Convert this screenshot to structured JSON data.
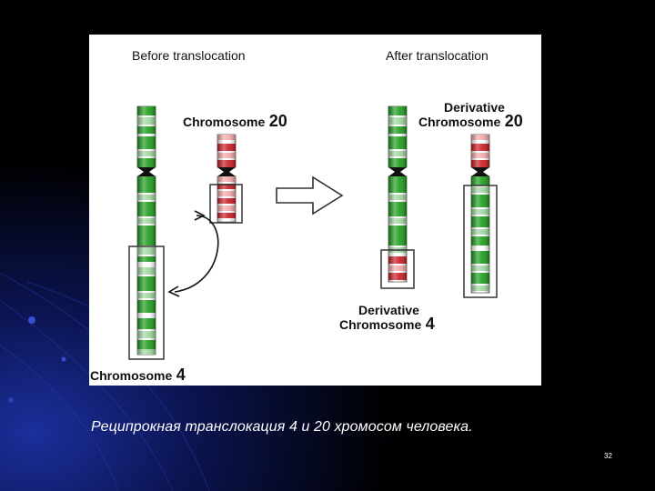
{
  "figure": {
    "before_heading": "Before translocation",
    "after_heading": "After translocation",
    "chromosome_20_label": {
      "name": "Chromosome",
      "number": "20"
    },
    "chromosome_4_label": {
      "name": "Chromosome",
      "number": "4"
    },
    "derivative_20_label": {
      "line1": "Derivative",
      "name": "Chromosome",
      "number": "20"
    },
    "derivative_4_label": {
      "line1": "Derivative",
      "name": "Chromosome",
      "number": "4"
    },
    "colors": {
      "chr4_band": "#1a9a1a",
      "chr20_band": "#c8181e"
    }
  },
  "caption": "Реципрокная транслокация 4 и 20 хромосом человека.",
  "page_number": "32"
}
